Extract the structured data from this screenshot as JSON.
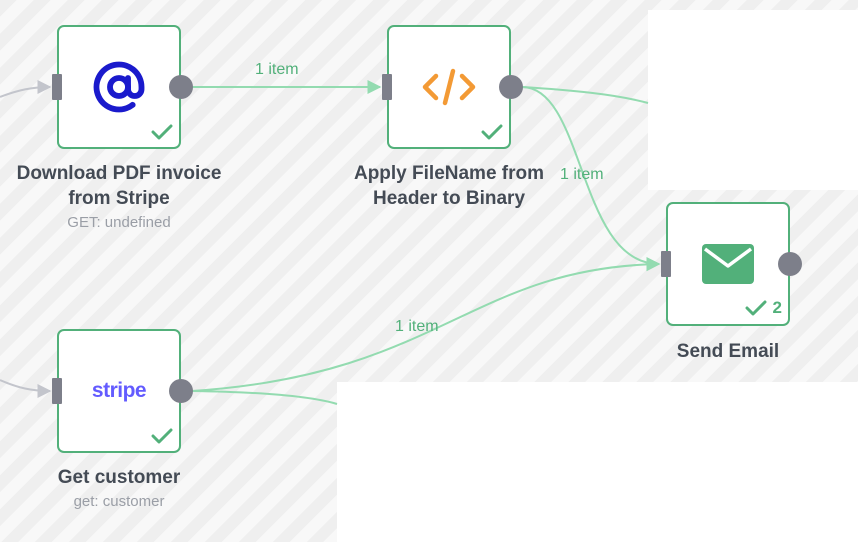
{
  "nodes": {
    "download_pdf": {
      "label_line1": "Download PDF invoice",
      "label_line2": "from Stripe",
      "subtitle": "GET: undefined",
      "icon": "at-sign-icon",
      "status": "success"
    },
    "apply_filename": {
      "label_line1": "Apply FileName from",
      "label_line2": "Header to Binary",
      "icon": "code-icon",
      "status": "success"
    },
    "send_email": {
      "label": "Send Email",
      "icon": "envelope-icon",
      "status": "success",
      "run_count": "2"
    },
    "get_customer": {
      "label": "Get customer",
      "subtitle": "get: customer",
      "icon_text": "stripe",
      "status": "success"
    }
  },
  "edges": {
    "download_to_apply": "1 item",
    "apply_to_send": "1 item",
    "customer_to_send": "1 item"
  },
  "colors": {
    "success": "#52b07a",
    "handle": "#7d7f8a",
    "at_icon": "#1a1acc",
    "code_icon": "#f39a35",
    "stripe": "#635bff",
    "edge_active": "#93dbb0",
    "edge_inactive": "#c3c5cc"
  }
}
